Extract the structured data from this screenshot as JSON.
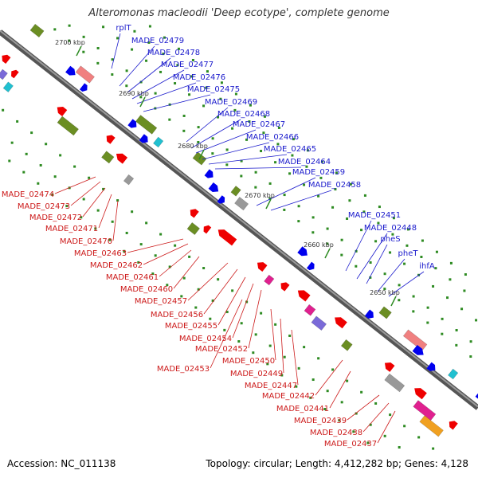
{
  "title": "Alteromonas macleodii 'Deep ecotype', complete genome",
  "footer": {
    "accession": "Accession: NC_011138",
    "summary": "Topology: circular; Length: 4,412,282 bp; Genes: 4,128"
  },
  "colors": {
    "backbone": "#777777",
    "forward_gene": "#0000ee",
    "reverse_gene": "#ee0000",
    "label_forward": "#1a1acc",
    "label_reverse": "#cc1a1a",
    "olive": "#6b8e23",
    "pink": "#f08080",
    "cyan": "#20c0d0",
    "magenta": "#e0208f",
    "orange": "#f0a020",
    "gray": "#999999",
    "purple": "#7a6ad8"
  },
  "ticks": [
    "2700 kbp",
    "2690 kbp",
    "2680 kbp",
    "2670 kbp",
    "2660 kbp",
    "2650 kbp"
  ],
  "forward_labels": [
    "rplT",
    "MADE_02479",
    "MADE_02478",
    "MADE_02477",
    "MADE_02476",
    "MADE_02475",
    "MADE_02469",
    "MADE_02468",
    "MADE_02467",
    "MADE_02466",
    "MADE_02465",
    "MADE_02464",
    "MADE_02459",
    "MADE_02458",
    "MADE_02451",
    "MADE_02448",
    "pheS",
    "pheT",
    "ihfA"
  ],
  "reverse_labels": [
    "MADE_02474",
    "MADE_02473",
    "MADE_02472",
    "MADE_02471",
    "MADE_02470",
    "MADE_02463",
    "MADE_02462",
    "MADE_02461",
    "MADE_02460",
    "MADE_02457",
    "MADE_02456",
    "MADE_02455",
    "MADE_02454",
    "MADE_02452",
    "MADE_02453",
    "MADE_02450",
    "MADE_02449",
    "MADE_02447",
    "MADE_02442",
    "MADE_02441",
    "MADE_02439",
    "MADE_02438",
    "MADE_02437"
  ]
}
